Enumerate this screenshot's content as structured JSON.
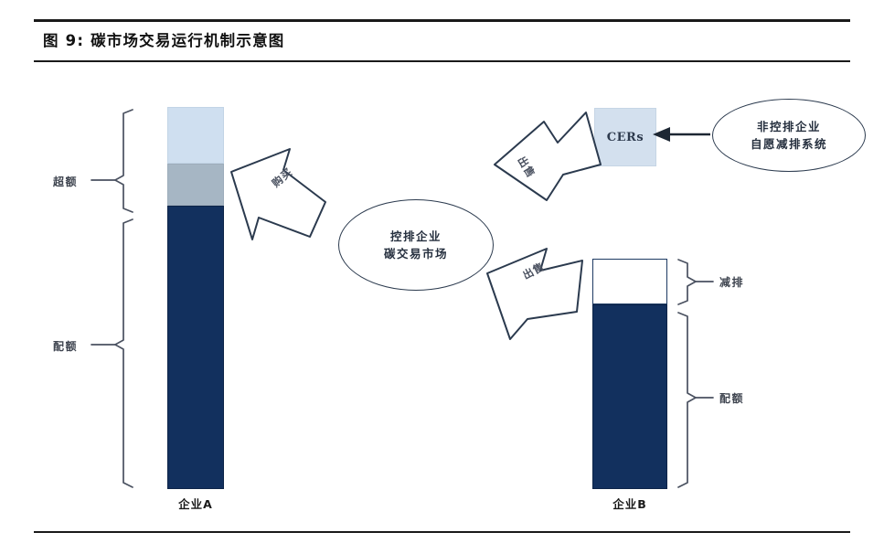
{
  "figure": {
    "title": "图 9:  碳市场交易运行机制示意图"
  },
  "enterprise_a": {
    "caption": "企业A",
    "segments": [
      {
        "name": "excess-top",
        "label": "",
        "color": "#cfdff0"
      },
      {
        "name": "excess-mid",
        "label": "",
        "color": "#a6b6c4"
      },
      {
        "name": "quota",
        "label": "",
        "color": "#12305e"
      }
    ],
    "brace_labels": {
      "excess": "超额",
      "quota": "配额"
    }
  },
  "enterprise_b": {
    "caption": "企业B",
    "segments": [
      {
        "name": "reduction",
        "label": "",
        "color": "#ffffff"
      },
      {
        "name": "quota",
        "label": "",
        "color": "#12305e"
      }
    ],
    "brace_labels": {
      "reduction": "减排",
      "quota": "配额"
    }
  },
  "cers": {
    "label": "CERs",
    "color": "#d3e0ee"
  },
  "market_ellipse": {
    "line1": "控排企业",
    "line2": "碳交易市场"
  },
  "voluntary_ellipse": {
    "line1": "非控排企业",
    "line2": "自愿减排系统"
  },
  "arrows": {
    "buy_to_a": "购买",
    "sell_from_cers": "出售",
    "sell_from_b": "出售"
  },
  "colors": {
    "navy": "#12305e",
    "light_blue": "#cfdff0",
    "gray_blue": "#a6b6c4",
    "cers_fill": "#d3e0ee",
    "outline": "#2b3a4e",
    "rule": "#1a1a1a"
  }
}
